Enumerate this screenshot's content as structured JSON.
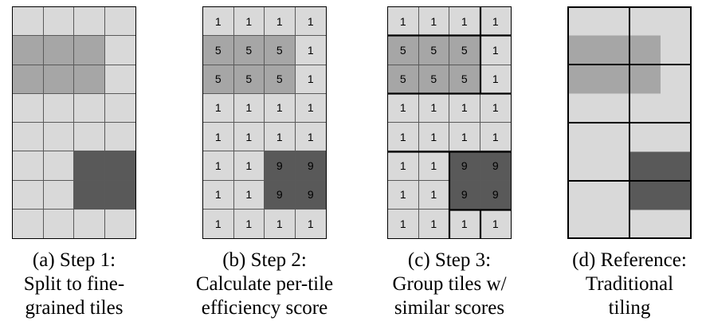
{
  "panels": [
    {
      "id": "a",
      "caption": [
        "(a) Step 1:",
        "Split to fine-",
        "grained tiles"
      ],
      "shades": [
        [
          "light",
          "light",
          "light",
          "light"
        ],
        [
          "mid",
          "mid",
          "mid",
          "light"
        ],
        [
          "mid",
          "mid",
          "mid",
          "light"
        ],
        [
          "light",
          "light",
          "light",
          "light"
        ],
        [
          "light",
          "light",
          "light",
          "light"
        ],
        [
          "light",
          "light",
          "dark",
          "dark"
        ],
        [
          "light",
          "light",
          "dark",
          "dark"
        ],
        [
          "light",
          "light",
          "light",
          "light"
        ]
      ],
      "scores": null
    },
    {
      "id": "b",
      "caption": [
        "(b) Step 2:",
        "Calculate per-tile",
        "efficiency score"
      ],
      "shades": [
        [
          "light",
          "light",
          "light",
          "light"
        ],
        [
          "mid",
          "mid",
          "mid",
          "light"
        ],
        [
          "mid",
          "mid",
          "mid",
          "light"
        ],
        [
          "light",
          "light",
          "light",
          "light"
        ],
        [
          "light",
          "light",
          "light",
          "light"
        ],
        [
          "light",
          "light",
          "dark",
          "dark"
        ],
        [
          "light",
          "light",
          "dark",
          "dark"
        ],
        [
          "light",
          "light",
          "light",
          "light"
        ]
      ],
      "scores": [
        [
          "1",
          "1",
          "1",
          "1"
        ],
        [
          "5",
          "5",
          "5",
          "1"
        ],
        [
          "5",
          "5",
          "5",
          "1"
        ],
        [
          "1",
          "1",
          "1",
          "1"
        ],
        [
          "1",
          "1",
          "1",
          "1"
        ],
        [
          "1",
          "1",
          "9",
          "9"
        ],
        [
          "1",
          "1",
          "9",
          "9"
        ],
        [
          "1",
          "1",
          "1",
          "1"
        ]
      ]
    },
    {
      "id": "c",
      "caption": [
        "(c) Step 3:",
        "Group tiles w/",
        "similar scores"
      ],
      "shades": [
        [
          "light",
          "light",
          "light",
          "light"
        ],
        [
          "mid",
          "mid",
          "mid",
          "light"
        ],
        [
          "mid",
          "mid",
          "mid",
          "light"
        ],
        [
          "light",
          "light",
          "light",
          "light"
        ],
        [
          "light",
          "light",
          "light",
          "light"
        ],
        [
          "light",
          "light",
          "dark",
          "dark"
        ],
        [
          "light",
          "light",
          "dark",
          "dark"
        ],
        [
          "light",
          "light",
          "light",
          "light"
        ]
      ],
      "scores": [
        [
          "1",
          "1",
          "1",
          "1"
        ],
        [
          "5",
          "5",
          "5",
          "1"
        ],
        [
          "5",
          "5",
          "5",
          "1"
        ],
        [
          "1",
          "1",
          "1",
          "1"
        ],
        [
          "1",
          "1",
          "1",
          "1"
        ],
        [
          "1",
          "1",
          "9",
          "9"
        ],
        [
          "1",
          "1",
          "9",
          "9"
        ],
        [
          "1",
          "1",
          "1",
          "1"
        ]
      ]
    },
    {
      "id": "d",
      "caption": [
        "(d) Reference:",
        "Traditional",
        "tiling"
      ],
      "shades": null,
      "scores": null
    }
  ],
  "colors": {
    "light": "#d9d9d9",
    "mid": "#a6a6a6",
    "dark": "#595959"
  }
}
